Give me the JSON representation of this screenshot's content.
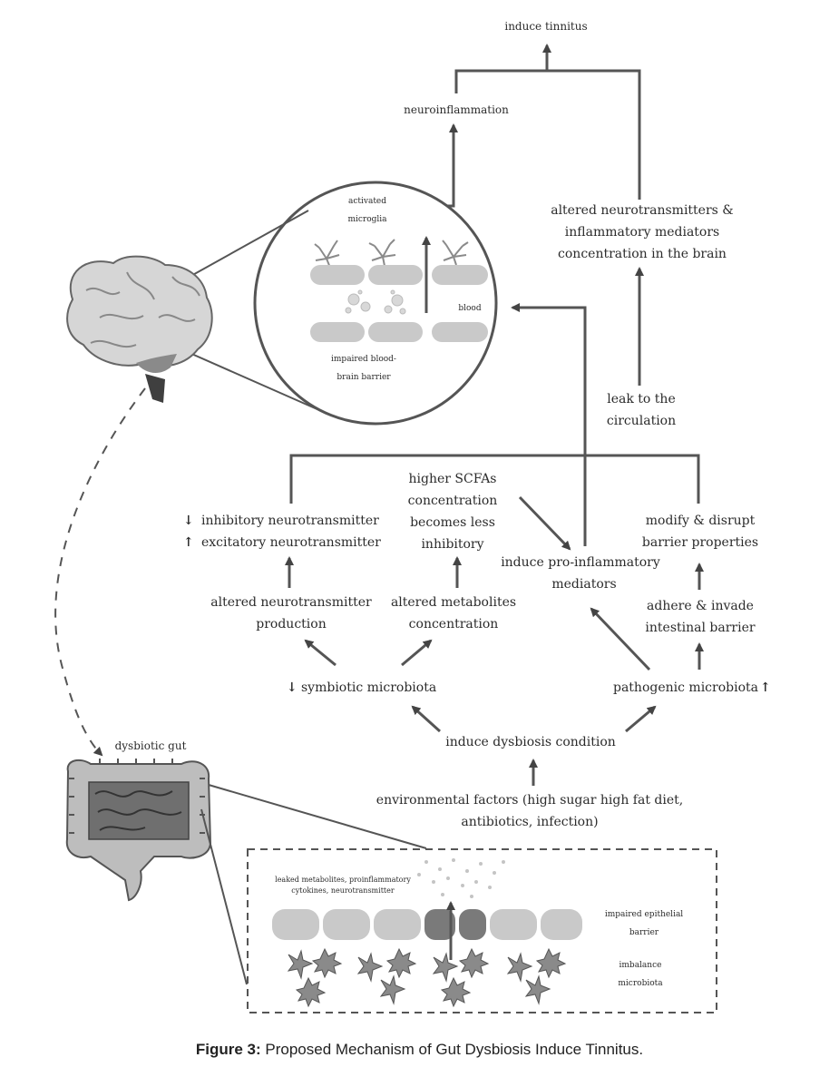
{
  "labels": {
    "induce_tinnitus": "induce tinnitus",
    "neuroinflammation": "neuroinflammation",
    "activated_microglia_1": "activated",
    "activated_microglia_2": "microglia",
    "blood": "blood",
    "impaired_bbb_1": "impaired blood-",
    "impaired_bbb_2": "brain barrier",
    "altered_nt_1": "altered neurotransmitters &",
    "altered_nt_2": "inflammatory mediators",
    "altered_nt_3": "concentration in the brain",
    "leak_1": "leak to the",
    "leak_2": "circulation",
    "scfa_1": "higher SCFAs",
    "scfa_2": "concentration",
    "scfa_3": "becomes less",
    "scfa_4": "inhibitory",
    "inhibitory_nt": "inhibitory neurotransmitter",
    "excitatory_nt": "excitatory neurotransmitter",
    "modify_1": "modify & disrupt",
    "modify_2": "barrier properties",
    "proinflam_1": "induce pro-inflammatory",
    "proinflam_2": "mediators",
    "altered_prod_1": "altered neurotransmitter",
    "altered_prod_2": "production",
    "altered_metab_1": "altered metabolites",
    "altered_metab_2": "concentration",
    "adhere_1": "adhere & invade",
    "adhere_2": "intestinal barrier",
    "symbiotic": "symbiotic microbiota",
    "pathogenic": "pathogenic microbiota",
    "dysbiotic_gut": "dysbiotic gut",
    "dysbiosis": "induce dysbiosis condition",
    "env_1": "environmental factors (high sugar high fat diet,",
    "env_2": "antibiotics, infection)",
    "leaked_1": "leaked metabolites, proinflammatory",
    "leaked_2": "cytokines, neurotransmitter",
    "epithelial_1": "impaired epithelial",
    "epithelial_2": "barrier",
    "imbalance_1": "imbalance",
    "imbalance_2": "microbiota"
  },
  "caption": {
    "prefix": "Figure 3:",
    "text": " Proposed Mechanism of Gut Dysbiosis Induce Tinnitus."
  },
  "colors": {
    "line": "#555555",
    "text": "#2b2b2b",
    "cell": "#c9c9c9",
    "dark_cell": "#7a7a7a",
    "brain": "#d6d6d6",
    "gut_dark": "#6f6f6f"
  }
}
